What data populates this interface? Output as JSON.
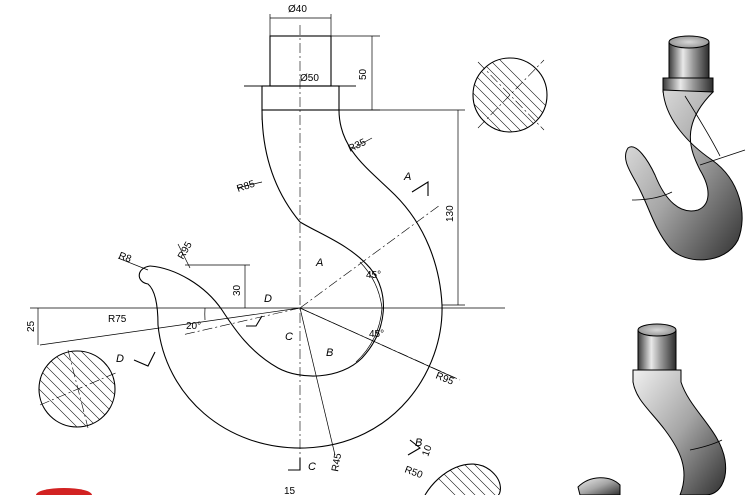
{
  "dimensions": {
    "shank_diameter": "Ø40",
    "collar_diameter": "Ø50",
    "shank_length": "50",
    "height": "130",
    "offset": "25",
    "r85_left": "R85",
    "r35": "R35",
    "r8": "R8",
    "r95_top": "R95",
    "r75": "R75",
    "r95_right": "R95",
    "r45": "R45",
    "r50": "R50",
    "tip_height": "30",
    "angle_20": "20°",
    "angle_45_upper": "45°",
    "angle_45_lower": "45°",
    "bottom_15": "15",
    "small_10": "10"
  },
  "section_labels": {
    "a_upper": "A",
    "a_lower": "A",
    "b_upper": "B",
    "b_lower": "B",
    "c_upper": "C",
    "c_lower": "C",
    "d_upper": "D",
    "d_lower": "D"
  },
  "renders": [
    "hook-3d-view-top",
    "hook-3d-view-bottom"
  ]
}
